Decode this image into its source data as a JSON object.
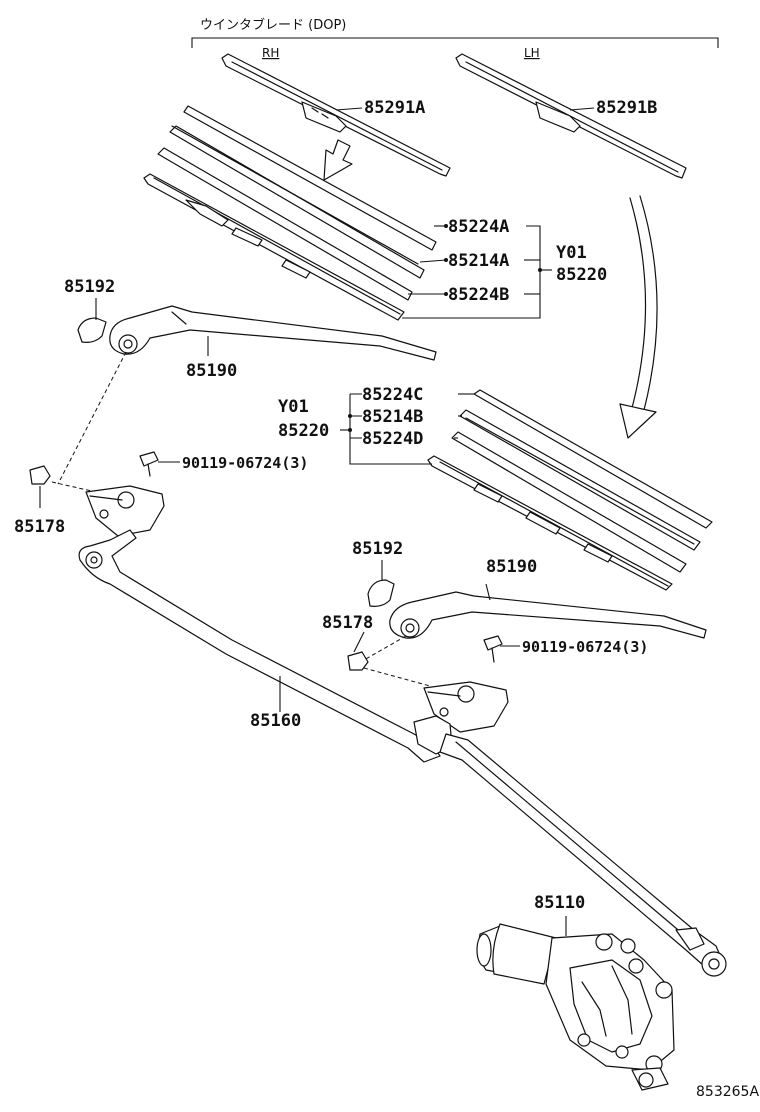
{
  "header": {
    "title": "ウインタブレード (DOP)",
    "rh": "RH",
    "lh": "LH"
  },
  "parts": {
    "blade_rh": "85291A",
    "blade_lh": "85291B",
    "rubber_a1": "85224A",
    "rubber_a2": "85214A",
    "rubber_a3": "85224B",
    "rubber_b1": "85224C",
    "rubber_b2": "85214B",
    "rubber_b3": "85224D",
    "y01_upper": "Y01",
    "set_upper": "85220",
    "y01_lower": "Y01",
    "set_lower": "85220",
    "cap_left": "85192",
    "arm_left": "85190",
    "nut_left": "85178",
    "bolt_left": "90119-06724(3)",
    "cap_right": "85192",
    "arm_right": "85190",
    "nut_right": "85178",
    "bolt_right": "90119-06724(3)",
    "link": "85160",
    "motor": "85110"
  },
  "diagram_code": "853265A"
}
